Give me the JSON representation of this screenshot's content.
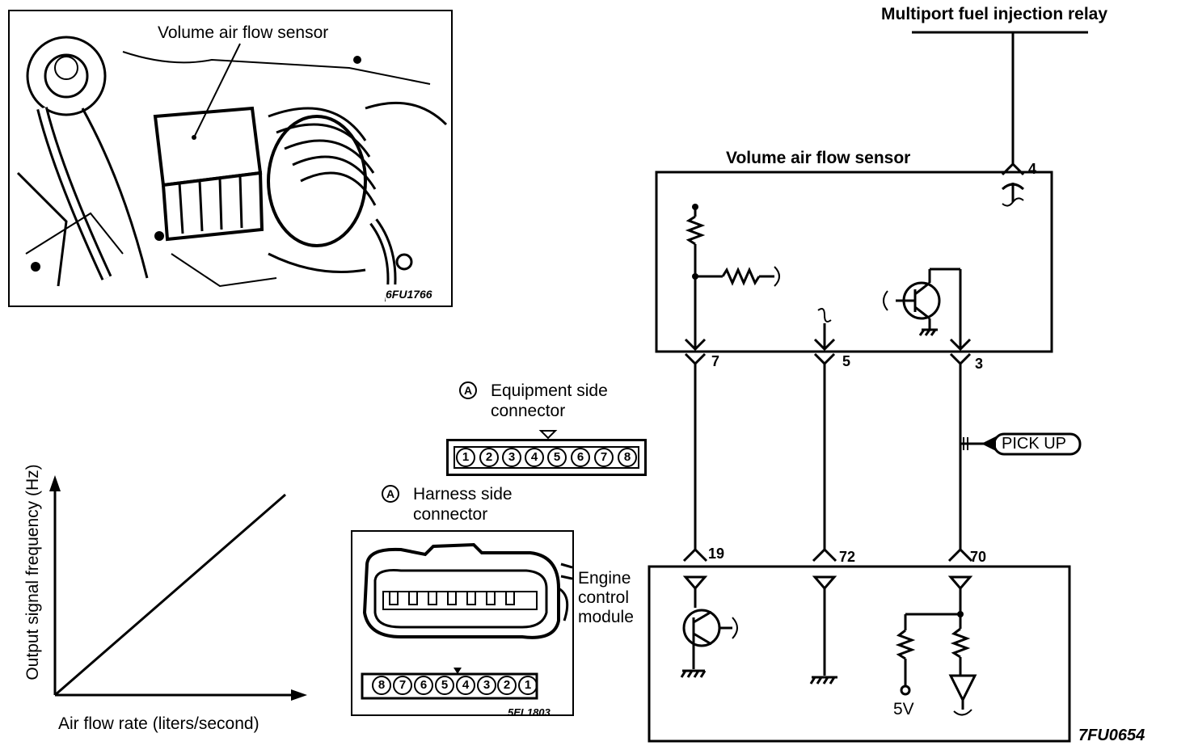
{
  "photo": {
    "label": "Volume air flow sensor",
    "code": "6FU1766"
  },
  "graph": {
    "ylabel": "Output signal frequency (Hz)",
    "xlabel": "Air flow rate (liters/second)"
  },
  "equipment_connector": {
    "tag": "A",
    "title_line1": "Equipment side",
    "title_line2": "connector",
    "pins": [
      "1",
      "2",
      "3",
      "4",
      "5",
      "6",
      "7",
      "8"
    ]
  },
  "harness_connector": {
    "tag": "A",
    "title_line1": "Harness side",
    "title_line2": "connector",
    "pins": [
      "8",
      "7",
      "6",
      "5",
      "4",
      "3",
      "2",
      "1"
    ],
    "code": "5EL1803"
  },
  "schematic": {
    "relay_label": "Multiport fuel injection relay",
    "sensor_label": "Volume air flow sensor",
    "sensor_pins": [
      "4",
      "7",
      "5",
      "3"
    ],
    "pickup_label": "PICK UP",
    "ecm_line1": "Engine",
    "ecm_line2": "control",
    "ecm_line3": "module",
    "ecm_pins": [
      "19",
      "72",
      "70"
    ],
    "supply_label": "5V",
    "figure_code": "7FU0654"
  }
}
